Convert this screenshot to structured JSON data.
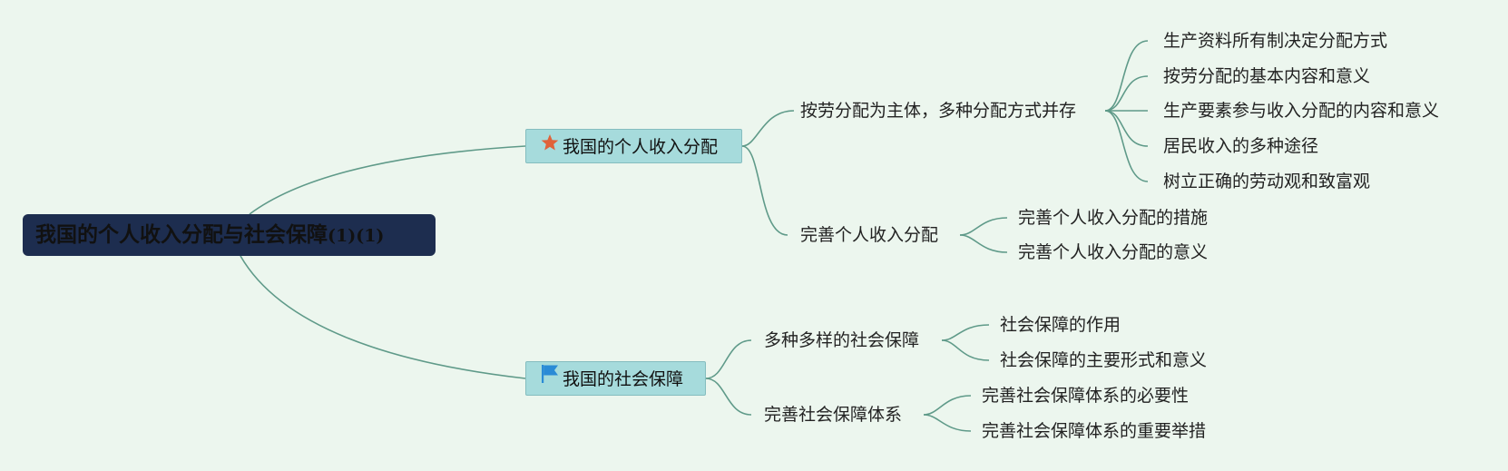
{
  "root": {
    "title": "我国的个人收入分配与社会保障",
    "suffix": "(1)(1)"
  },
  "main_topics": [
    {
      "label": "我国的个人收入分配",
      "icon": "star-icon",
      "icon_color": "#e0623a",
      "subtopics": [
        {
          "label": "按劳分配为主体，多种分配方式并存",
          "children": [
            "生产资料所有制决定分配方式",
            "按劳分配的基本内容和意义",
            "生产要素参与收入分配的内容和意义",
            "居民收入的多种途径",
            "树立正确的劳动观和致富观"
          ]
        },
        {
          "label": "完善个人收入分配",
          "children": [
            "完善个人收入分配的措施",
            "完善个人收入分配的意义"
          ]
        }
      ]
    },
    {
      "label": "我国的社会保障",
      "icon": "flag-icon",
      "icon_color": "#2a8bd6",
      "subtopics": [
        {
          "label": "多种多样的社会保障",
          "children": [
            "社会保障的作用",
            "社会保障的主要形式和意义"
          ]
        },
        {
          "label": "完善社会保障体系",
          "children": [
            "完善社会保障体系的必要性",
            "完善社会保障体系的重要举措"
          ]
        }
      ]
    }
  ],
  "colors": {
    "connector": "#5f9a89",
    "background": "#ecf6ee",
    "root_fill": "#1d2d4f",
    "topic_fill": "#a6dbdc"
  }
}
